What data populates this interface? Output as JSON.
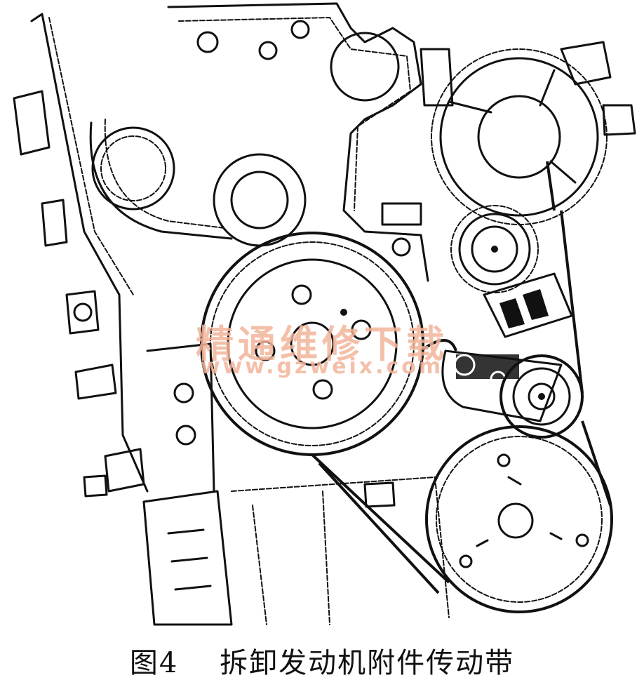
{
  "figure": {
    "caption": "图4    拆卸发动机附件传动带"
  },
  "watermark": {
    "chinese": "精通维修下载",
    "url": "www.gzweix.com"
  },
  "colors": {
    "ink": "#111111",
    "background": "#ffffff",
    "watermark": "#f3b49a"
  }
}
